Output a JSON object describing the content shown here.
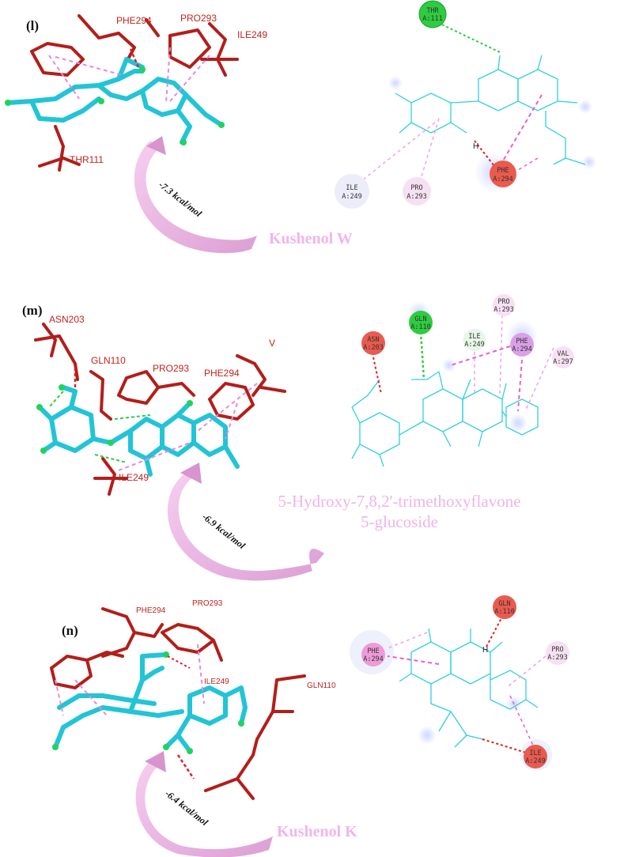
{
  "panels": [
    {
      "letter": "(l)",
      "compound": "Kushenol W",
      "energy": "-7.3 kcal/mol",
      "residues_3d": [
        "PHE294",
        "PRO293",
        "ILE249",
        "THR111"
      ],
      "residues_2d": [
        {
          "name": "THR",
          "chain": "A:111",
          "color": "#2ecc40"
        },
        {
          "name": "ILE",
          "chain": "A:249",
          "color": "#f3d8f1"
        },
        {
          "name": "PRO",
          "chain": "A:293",
          "color": "#f3d8f1"
        },
        {
          "name": "PHE",
          "chain": "A:294",
          "color": "#ea5a4e"
        }
      ],
      "h_label": "H"
    },
    {
      "letter": "(m)",
      "compound_line1": "5-Hydroxy-7,8,2'-trimethoxyflavone",
      "compound_line2": "5-glucoside",
      "energy": "-6.9 kcal/mol",
      "residues_3d": [
        "ASN203",
        "GLN110",
        "PRO293",
        "PHE294",
        "ILE249",
        "V"
      ],
      "residues_2d": [
        {
          "name": "ASN",
          "chain": "A:203",
          "color": "#ea5a4e"
        },
        {
          "name": "GLN",
          "chain": "A:110",
          "color": "#2ecc40"
        },
        {
          "name": "ILE",
          "chain": "A:249",
          "color": "#e6f7e6"
        },
        {
          "name": "PRO",
          "chain": "A:293",
          "color": "#f3d8f1"
        },
        {
          "name": "PHE",
          "chain": "A:294",
          "color": "#d9a0e8"
        },
        {
          "name": "VAL",
          "chain": "A:297",
          "color": "#f3d8f1"
        }
      ]
    },
    {
      "letter": "(n)",
      "compound": "Kushenol K",
      "energy": "-6.4 kcal/mol",
      "residues_3d": [
        "PHE294",
        "PRO293",
        "ILE249",
        "GLN110"
      ],
      "residues_2d": [
        {
          "name": "GLN",
          "chain": "A:110",
          "color": "#ea5a4e"
        },
        {
          "name": "PHE",
          "chain": "A:294",
          "color": "#ef9ad9"
        },
        {
          "name": "PRO",
          "chain": "A:293",
          "color": "#f3d8f1"
        },
        {
          "name": "ILE",
          "chain": "A:249",
          "color": "#ea5a4e"
        }
      ],
      "h_label": "H"
    }
  ]
}
